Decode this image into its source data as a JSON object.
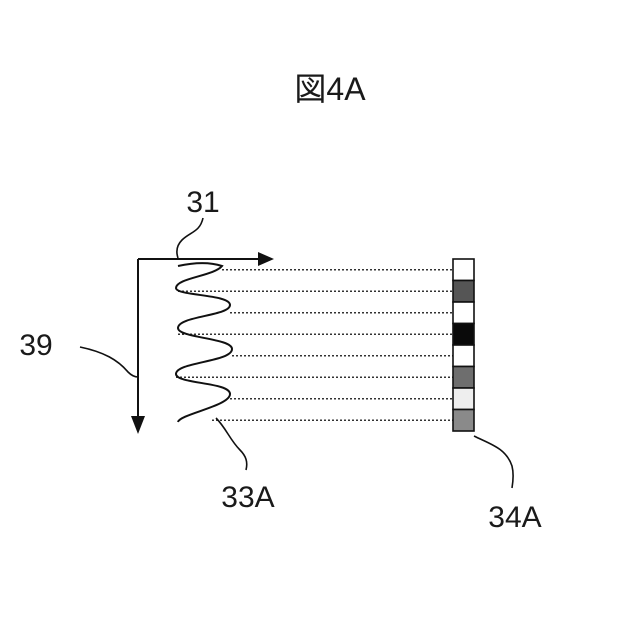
{
  "figure": {
    "title": "図4A",
    "labels": {
      "scan": "31",
      "axis": "39",
      "signal": "33A",
      "bar": "34A"
    },
    "cells": [
      {
        "color": "#ffffff"
      },
      {
        "color": "#555555"
      },
      {
        "color": "#ffffff"
      },
      {
        "color": "#0a0a0a"
      },
      {
        "color": "#ffffff"
      },
      {
        "color": "#6e6e6e"
      },
      {
        "color": "#eeeeee"
      },
      {
        "color": "#8a8a8a"
      }
    ]
  }
}
